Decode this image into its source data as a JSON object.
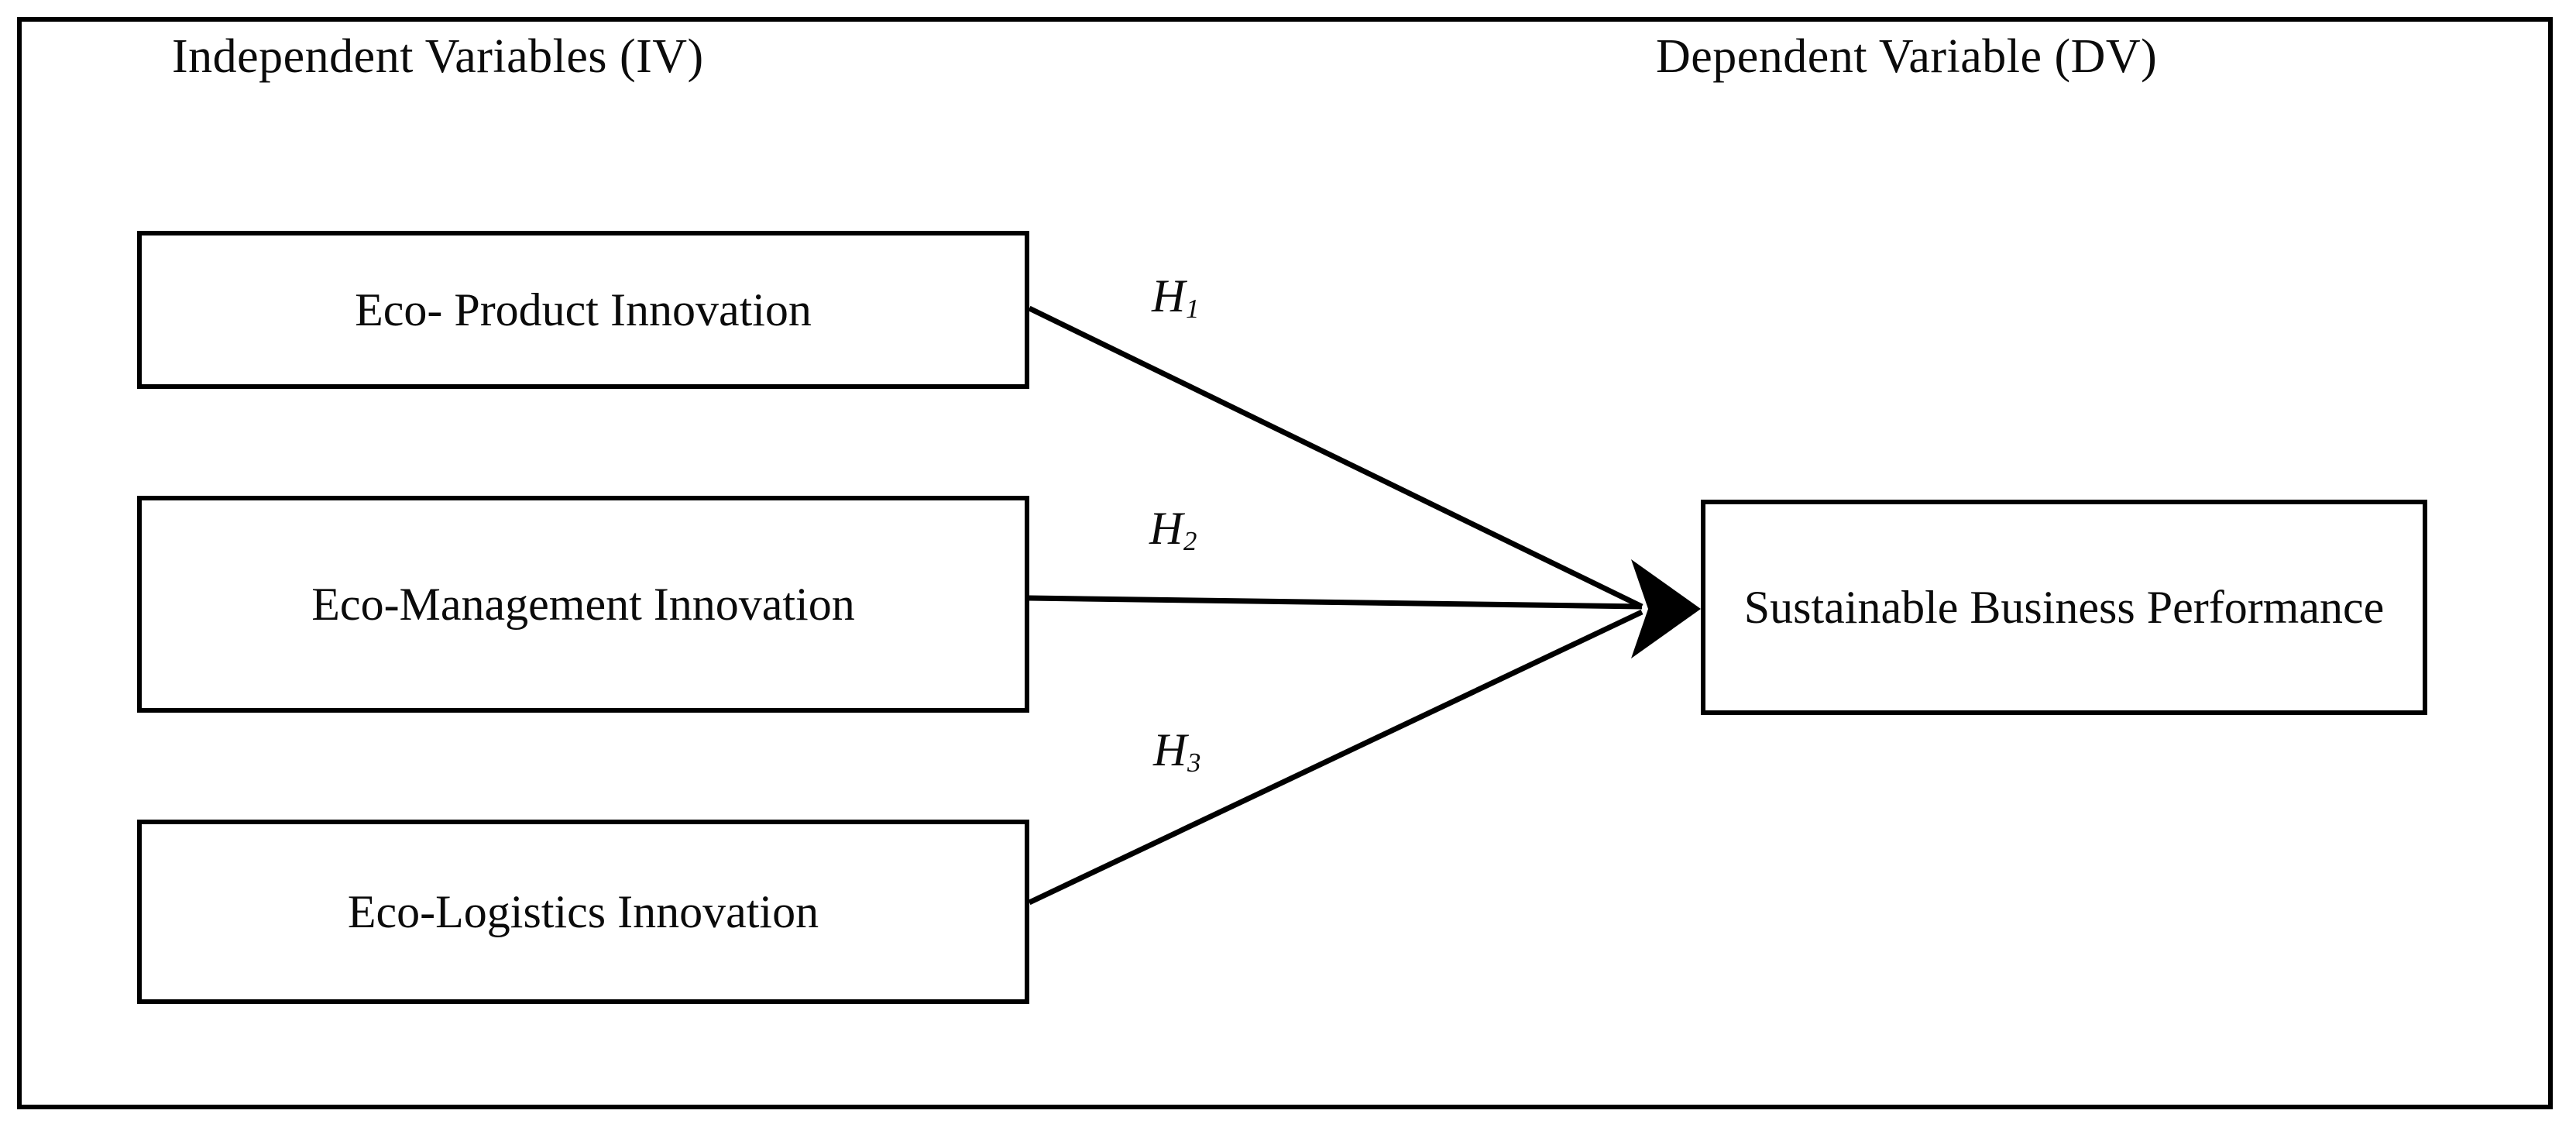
{
  "figure": {
    "type": "conceptual-framework-diagram",
    "background_color": "#ffffff",
    "line_color": "#000000",
    "text_color": "#0b0b0b"
  },
  "headings": {
    "independent": "Independent Variables (IV)",
    "dependent": "Dependent Variable (DV)"
  },
  "independent_variables": [
    {
      "id": "eco-product",
      "label": "Eco- Product Innovation"
    },
    {
      "id": "eco-management",
      "label": "Eco-Management Innovation"
    },
    {
      "id": "eco-logistics",
      "label": "Eco-Logistics Innovation"
    }
  ],
  "dependent_variable": {
    "id": "sustainable-performance",
    "label": "Sustainable Business Performance"
  },
  "hypotheses": [
    {
      "id": "h1",
      "letter": "H",
      "index": "1",
      "from": "eco-product",
      "to": "sustainable-performance"
    },
    {
      "id": "h2",
      "letter": "H",
      "index": "2",
      "from": "eco-management",
      "to": "sustainable-performance"
    },
    {
      "id": "h3",
      "letter": "H",
      "index": "3",
      "from": "eco-logistics",
      "to": "sustainable-performance"
    }
  ],
  "connectors": {
    "arrowhead": "filled-triangle",
    "converge_point": "left edge of dependent variable box"
  }
}
